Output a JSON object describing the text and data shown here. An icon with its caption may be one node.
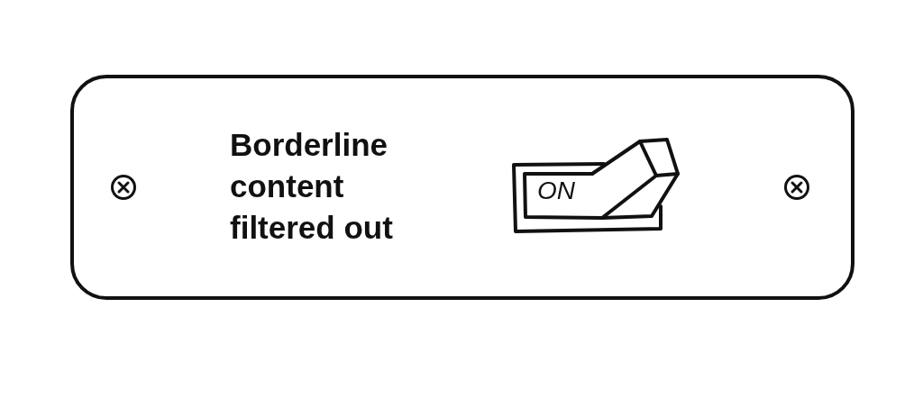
{
  "diagram": {
    "nodes": [
      {
        "text": [
          "Borderline content filtered out"
        ]
      },
      {
        "text": [
          "ON"
        ],
        "in": 0
      }
    ]
  }
}
